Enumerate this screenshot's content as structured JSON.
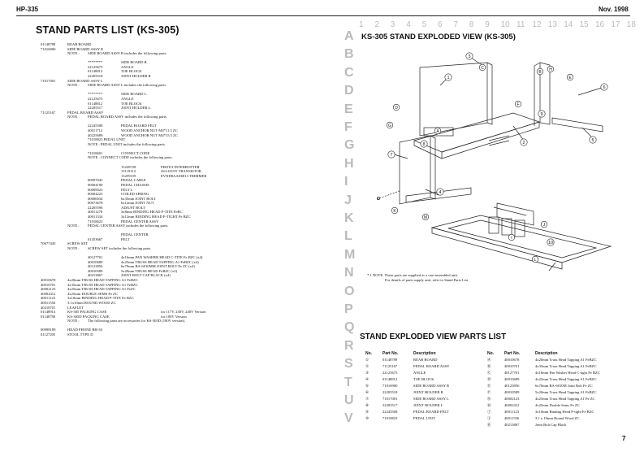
{
  "header": {
    "left": "HP-335",
    "right": "Nov. 1998"
  },
  "left_title": "STAND PARTS LIST (KS-305)",
  "parts_lines": [
    {
      "c": [
        "01148789",
        "REAR BOARD",
        "",
        "",
        ""
      ]
    },
    {
      "c": [
        "71016900",
        "SIDE BOARD ASSY R",
        "",
        "",
        ""
      ]
    },
    {
      "c": [
        "",
        "NOTE :",
        "SIDE BOARD ASSY R includes the following parts.",
        "",
        ""
      ]
    },
    {
      "c": [
        "",
        "",
        "",
        "",
        ""
      ]
    },
    {
      "c": [
        "",
        "",
        "********",
        "SIDE BOARD R",
        ""
      ]
    },
    {
      "c": [
        "",
        "",
        "22125675",
        "ANGLE",
        ""
      ]
    },
    {
      "c": [
        "",
        "",
        "01148812",
        "TOE BLOCK",
        ""
      ]
    },
    {
      "c": [
        "",
        "",
        "22205518",
        "JOINT HOLDER R",
        ""
      ]
    },
    {
      "c": [
        "71017001",
        "SIDE BOARD ASSY L",
        "",
        "",
        ""
      ]
    },
    {
      "c": [
        "",
        "NOTE :",
        "SIDE BOARD ASSY L includes the following parts.",
        "",
        ""
      ]
    },
    {
      "c": [
        "",
        "",
        "",
        "",
        ""
      ]
    },
    {
      "c": [
        "",
        "",
        "********",
        "SIDE BOARD L",
        ""
      ]
    },
    {
      "c": [
        "",
        "",
        "22125675",
        "ANGLE",
        ""
      ]
    },
    {
      "c": [
        "",
        "",
        "01148812",
        "TOE BLOCK",
        ""
      ]
    },
    {
      "c": [
        "",
        "",
        "22205517",
        "JOINT HOLDER L",
        ""
      ]
    },
    {
      "c": [
        "71125167",
        "PEDAL BOARD ASSY",
        "",
        "",
        ""
      ]
    },
    {
      "c": [
        "",
        "NOTE :",
        "PEDAL BOARD ASSY includes the following parts.",
        "",
        ""
      ]
    },
    {
      "c": [
        "",
        "",
        "",
        "",
        ""
      ]
    },
    {
      "c": [
        "",
        "",
        "22245508",
        "PEDAL BOARD FELT",
        ""
      ]
    },
    {
      "c": [
        "",
        "",
        "40011712",
        "WOOD ANCHOR NUT M4*11.5 ZC",
        ""
      ]
    },
    {
      "c": [
        "",
        "",
        "40225689",
        "WOOD ANCHOR NUT M4*15.5 ZC",
        ""
      ]
    },
    {
      "c": [
        "",
        "",
        "71018823 PEDAL UNIT",
        "",
        ""
      ]
    },
    {
      "c": [
        "",
        "",
        "NOTE : PEDAL UNIT includes the following parts.",
        "",
        ""
      ]
    },
    {
      "c": [
        "",
        "",
        "",
        "",
        ""
      ]
    },
    {
      "c": [
        "",
        "",
        "71018601",
        "CONNECT CODE",
        ""
      ]
    },
    {
      "c": [
        "",
        "",
        "NOTE : CONNECT CODE includes the following parts.",
        "",
        ""
      ]
    },
    {
      "c": [
        "",
        "",
        "",
        "",
        ""
      ]
    },
    {
      "c": [
        "",
        "",
        "",
        "15228728",
        "PHOTO INTERRUPTER"
      ]
    },
    {
      "c": [
        "",
        "",
        "",
        "15119112",
        "2SA1015Y TRANSISTOR"
      ]
    },
    {
      "c": [
        "",
        "",
        "",
        "13259159",
        "EVND8AA03B13 TRIMMER"
      ]
    },
    {
      "c": [
        "",
        "",
        "00007045",
        "PEDAL CABLE",
        ""
      ]
    },
    {
      "c": [
        "",
        "",
        "00004190",
        "PEDAL CHASSIS",
        ""
      ]
    },
    {
      "c": [
        "",
        "",
        "00009023",
        "FELT L",
        ""
      ]
    },
    {
      "c": [
        "",
        "",
        "00004223",
        "COILED SPRING",
        ""
      ]
    },
    {
      "c": [
        "",
        "",
        "00000034",
        "6x35mm JOINT BOLT",
        ""
      ]
    },
    {
      "c": [
        "",
        "",
        "00673678",
        "6x12mm JOINT NUT",
        ""
      ]
    },
    {
      "c": [
        "",
        "",
        "22205596",
        "ADJUST BOLT",
        ""
      ]
    },
    {
      "c": [
        "",
        "",
        "40011278",
        "3x8mm BINDING HEAD P-TITE FeBC",
        ""
      ]
    },
    {
      "c": [
        "",
        "",
        "40011334",
        "3x12mm BINDING HEAD P-TIGHT Fe BZC",
        ""
      ]
    },
    {
      "c": [
        "",
        "",
        "71018623",
        "PEDAL CENTER ASSY",
        ""
      ]
    },
    {
      "c": [
        "",
        "NOTE :",
        "PEDAL CENTER ASSY includes the following parts.",
        "",
        ""
      ]
    },
    {
      "c": [
        "",
        "",
        "",
        "",
        ""
      ]
    },
    {
      "c": [
        "",
        "",
        "",
        "PEDAL CENTER",
        ""
      ]
    },
    {
      "c": [
        "",
        "",
        "01453667",
        "FELT",
        ""
      ]
    },
    {
      "c": [
        "70677445",
        "SCREW SET",
        "",
        "",
        ""
      ]
    },
    {
      "c": [
        "",
        "NOTE :",
        "SCREW SET includes the following parts.",
        "",
        ""
      ]
    },
    {
      "c": [
        "",
        "",
        "",
        "",
        ""
      ]
    },
    {
      "c": [
        "",
        "",
        "40127701",
        "4x16mm PAN WASHER HEAD C-TITE Fe BZC (x4)",
        ""
      ]
    },
    {
      "c": [
        "",
        "",
        "40010689",
        "4x25mm TRUSS HEAD TAPPING A1 FeBZC (x4)",
        ""
      ]
    },
    {
      "c": [
        "",
        "",
        "40123856",
        "6x70mm BA-6010MM JOINT BOLT Fe ZC (x4)",
        ""
      ]
    },
    {
      "c": [
        "",
        "",
        "40010589",
        "5x20mm TRUSS HEAD FeBZC (x2)",
        ""
      ]
    },
    {
      "c": [
        "",
        "",
        "40213867",
        "JOINT BOLT CAP BLACK (x4)",
        ""
      ]
    },
    {
      "c": [
        "40010678",
        "4x20mm TRUSS HEAD TAPPING A1 FeBZC",
        "",
        "",
        ""
      ]
    },
    {
      "c": [
        "40010701",
        "4x35mm TRUSS HEAD TAPPING A1 FeBZC",
        "",
        "",
        ""
      ]
    },
    {
      "c": [
        "40002123",
        "4x25mm TRUSS HEAD TAPPING A1 FeZC",
        "",
        "",
        ""
      ]
    },
    {
      "c": [
        "40002412",
        "4x25mm DOUBLE SEMS Fe ZC",
        "",
        "",
        ""
      ]
    },
    {
      "c": [
        "40011123",
        "3x10mm BINDING HEAD P-TITE Fe BZC",
        "",
        "",
        ""
      ]
    },
    {
      "c": [
        "40011556",
        "3.1x10mm ROUND WOOD ZC",
        "",
        "",
        ""
      ]
    },
    {
      "c": [
        "40218701",
        "LEAFLET",
        "",
        "",
        ""
      ]
    },
    {
      "c": [
        "01148914",
        "KS-305 PACKING CASE",
        "",
        "",
        "for 117V, 230V, 240V Version"
      ]
    },
    {
      "c": [
        "01148790",
        "KS-305D PACKING CASE",
        "",
        "",
        "for 100V Version"
      ]
    },
    {
      "c": [
        "",
        "NOTE :",
        "The following parts are accessories for KS-305D (100V version).",
        "",
        ""
      ]
    },
    {
      "c": [
        "",
        "",
        "",
        "",
        ""
      ]
    },
    {
      "c": [
        "00998189",
        "HEAD PHONE RH-30",
        "",
        "",
        ""
      ]
    },
    {
      "c": [
        "01127205",
        "STOOL TYPE D",
        "",
        "",
        ""
      ]
    }
  ],
  "grid": {
    "numbers": [
      "1",
      "2",
      "3",
      "4",
      "5",
      "6",
      "7",
      "8",
      "9",
      "10",
      "11",
      "12",
      "13",
      "14",
      "15",
      "16",
      "17",
      "18"
    ],
    "letters": [
      "A",
      "B",
      "C",
      "D",
      "E",
      "F",
      "G",
      "H",
      "I",
      "J",
      "K",
      "L",
      "M",
      "N",
      "O",
      "P",
      "Q",
      "R",
      "S",
      "T",
      "U",
      "V"
    ]
  },
  "right_title": "KS-305 STAND EXPLODED VIEW (KS-305)",
  "callouts": [
    "1",
    "2",
    "3",
    "4",
    "5",
    "6",
    "7",
    "8",
    "9",
    "10",
    "A",
    "B",
    "C",
    "D",
    "E",
    "F",
    "G",
    "H",
    "I",
    "J",
    "K",
    "L",
    "M"
  ],
  "footnote": {
    "line1": "* 1 NOTE: These parts are supplied as a one-assembled unit.",
    "line2": "For details of parts supply unit, refer to Stand Parts List."
  },
  "table_title": "STAND EXPLODED VIEW PARTS LIST",
  "table": {
    "headers": [
      "No.",
      "Part No.",
      "Description",
      "No.",
      "Part No.",
      "Description"
    ],
    "left_rows": [
      [
        "①",
        "01148789",
        "REAR BOARD"
      ],
      [
        "②",
        "71125167",
        "PEDAL BOARD ASSY"
      ],
      [
        "③",
        "22125675",
        "ANGLE"
      ],
      [
        "④",
        "01148812",
        "TOE BLOCK"
      ],
      [
        "⑤",
        "71016900",
        "SIDE BOARD ASSY R"
      ],
      [
        "⑥",
        "22205518",
        "JOINT HOLDER R"
      ],
      [
        "⑦",
        "71017001",
        "SIDE BOARD ASSY L"
      ],
      [
        "⑧",
        "22205517",
        "JOINT HOLDER L"
      ],
      [
        "⑨",
        "22245508",
        "PEDAL BOARD FELT"
      ],
      [
        "⑩",
        "71018823",
        "PEDAL UNIT"
      ]
    ],
    "right_rows": [
      [
        "Ⓐ",
        "40010678",
        "4x20mm Truss Head Tapping A1 FeBZC"
      ],
      [
        "Ⓑ",
        "40010701",
        "4x35mm Truss Head Tapping A1 FeBZC"
      ],
      [
        "Ⓒ",
        "40127701",
        "4x16mm Pan Washer Head C-tight Fe BZC"
      ],
      [
        "Ⓓ",
        "40010689",
        "4x25mm Truss Head Tapping A1 FeBZC"
      ],
      [
        "Ⓔ",
        "40123856",
        "6x70mm BA-6010M Joint Bolt Fe ZC"
      ],
      [
        "Ⓕ",
        "40010589",
        "5x20mm Truss Head Tapping A1 FeBZC"
      ],
      [
        "Ⓖ",
        "40002123",
        "4x25mm Truss Head Tapping A1 Fe ZC"
      ],
      [
        "Ⓗ",
        "40002412",
        "4x25mm Double Sems Fe ZC"
      ],
      [
        "Ⓘ",
        "40011123",
        "3x10mm Binding Head P-tight Fe BZC"
      ],
      [
        "Ⓙ",
        "40011556",
        "3.1 x 10mm Round Wood ZC"
      ],
      [
        "Ⓚ",
        "40213867",
        "Joint Bolt Cap Black"
      ]
    ]
  },
  "page_number": "7"
}
